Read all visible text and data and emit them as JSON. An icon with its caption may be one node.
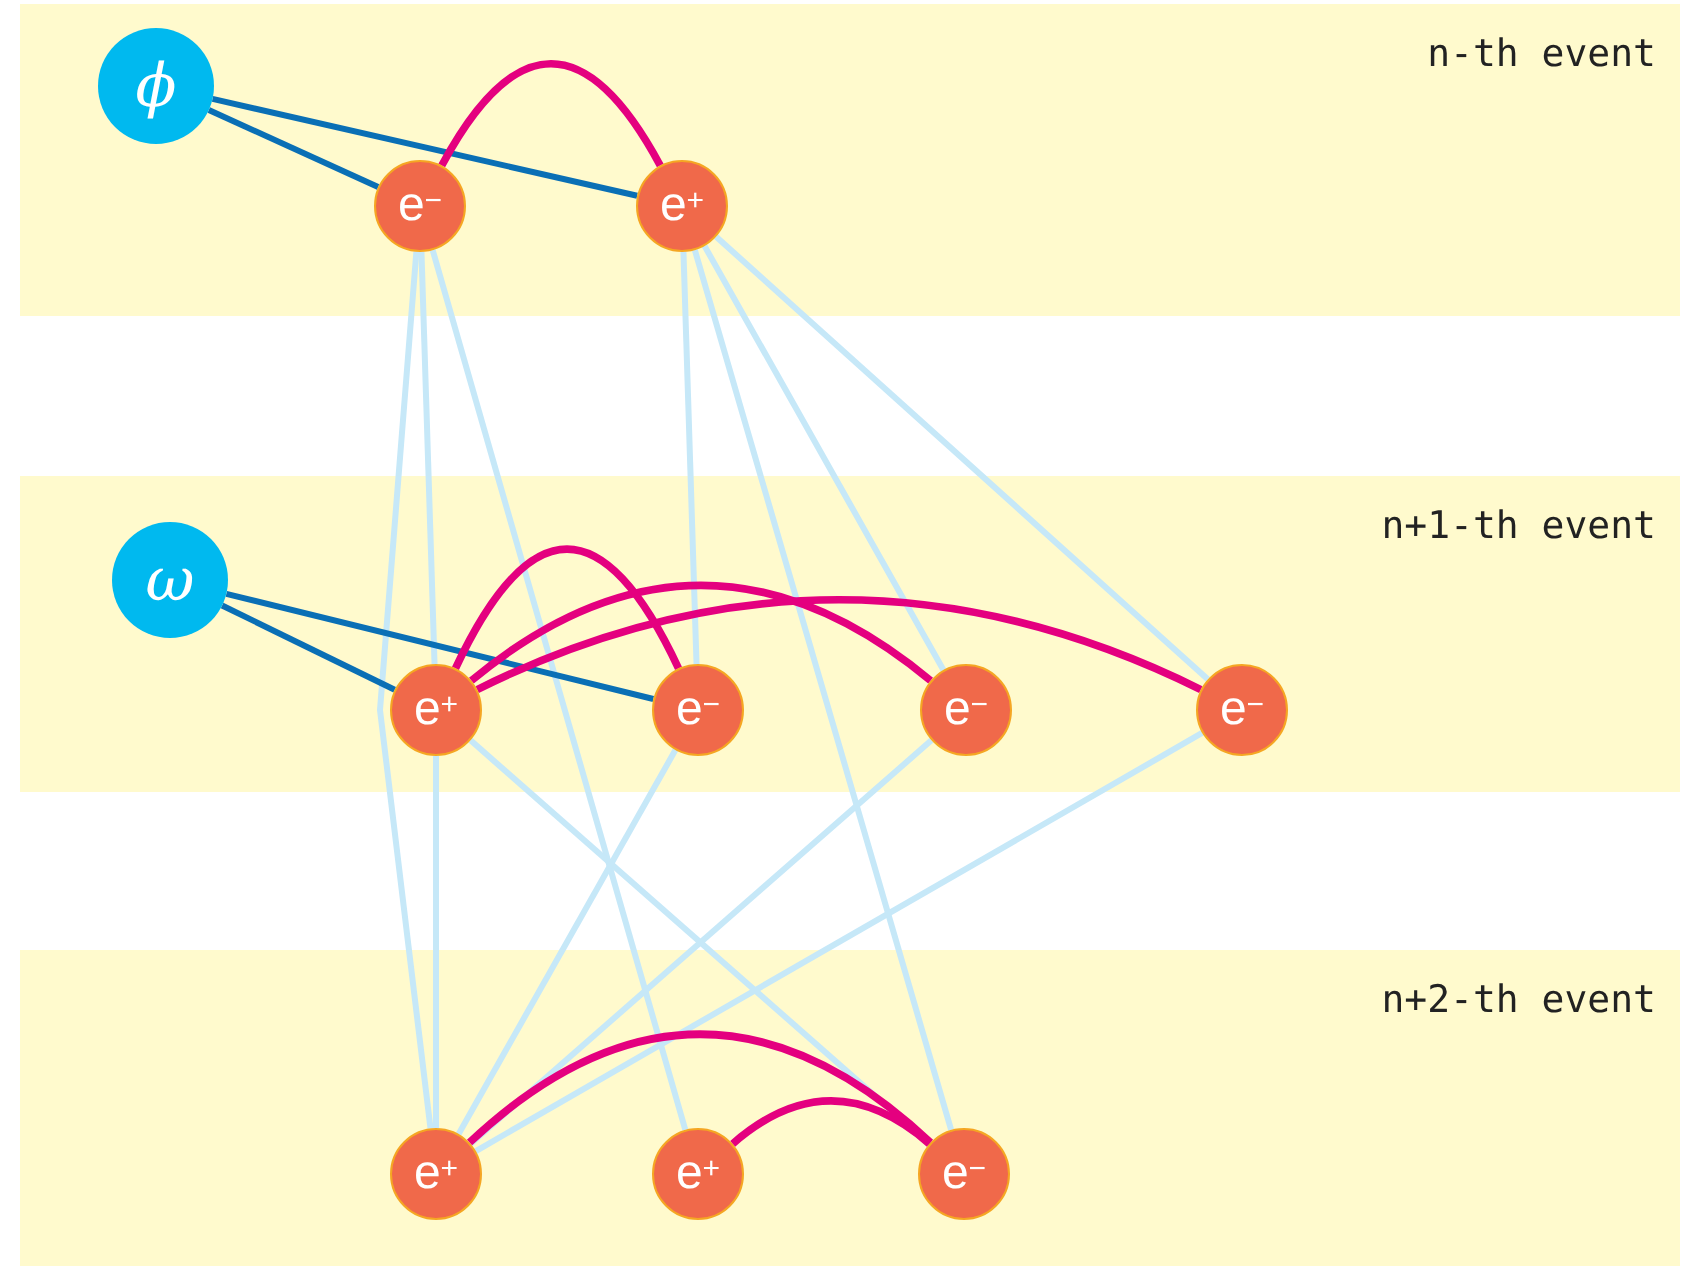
{
  "diagram": {
    "nodes": [
      {
        "text": [
          "n-th event"
        ]
      },
      {
        "text": [
          "ϕ"
        ],
        "in": 0
      },
      {
        "text": [
          "e$^{−}$"
        ],
        "in": 0
      },
      {
        "text": [
          "e$^{+}$"
        ],
        "in": 0
      },
      {
        "text": [
          "n+1-th event"
        ]
      },
      {
        "text": [
          "ω"
        ],
        "in": 4
      },
      {
        "text": [
          "e$^{+}$"
        ],
        "in": 4
      },
      {
        "text": [
          "e$^{−}$"
        ],
        "in": 4
      },
      {
        "text": [
          "e$^{−}$"
        ],
        "in": 4
      },
      {
        "text": [
          "e$^{−}$"
        ],
        "in": 4
      },
      {
        "text": [
          "n+2-th event"
        ]
      },
      {
        "text": [
          "e$^{+}$"
        ],
        "in": 10
      },
      {
        "text": [
          "e$^{+}$"
        ],
        "in": 10
      },
      {
        "text": [
          "e$^{−}$"
        ],
        "in": 10
      }
    ],
    "edges": [
      {
        "from": 1,
        "to": 2,
        "arrow": "none",
        "color": "#0a6fb5"
      },
      {
        "from": 1,
        "to": 3,
        "arrow": "none",
        "color": "#0a6fb5"
      },
      {
        "from": 2,
        "to": 3,
        "arrow": "none",
        "color": "#e4007f"
      },
      {
        "from": 2,
        "to": 6,
        "arrow": "none"
      },
      {
        "from": 2,
        "to": 11,
        "arrow": "none"
      },
      {
        "from": 2,
        "to": 12,
        "arrow": "none"
      },
      {
        "from": 3,
        "to": 7,
        "arrow": "none"
      },
      {
        "from": 3,
        "to": 13,
        "arrow": "none"
      },
      {
        "from": 3,
        "to": 8,
        "arrow": "none"
      },
      {
        "from": 3,
        "to": 9,
        "arrow": "none"
      },
      {
        "from": 5,
        "to": 6,
        "arrow": "none",
        "color": "#0a6fb5"
      },
      {
        "from": 5,
        "to": 7,
        "arrow": "none",
        "color": "#0a6fb5"
      },
      {
        "from": 6,
        "to": 7,
        "arrow": "none",
        "color": "#e4007f"
      },
      {
        "from": 6,
        "to": 8,
        "arrow": "none",
        "color": "#e4007f"
      },
      {
        "from": 6,
        "to": 9,
        "arrow": "none",
        "color": "#e4007f"
      },
      {
        "from": 6,
        "to": 11,
        "arrow": "none"
      },
      {
        "from": 6,
        "to": 13,
        "arrow": "none"
      },
      {
        "from": 7,
        "to": 11,
        "arrow": "none"
      },
      {
        "from": 8,
        "to": 11,
        "arrow": "none"
      },
      {
        "from": 9,
        "to": 11,
        "arrow": "none"
      },
      {
        "from": 11,
        "to": 13,
        "arrow": "none",
        "color": "#e4007f"
      },
      {
        "from": 12,
        "to": 13,
        "arrow": "none",
        "color": "#e4007f"
      }
    ]
  }
}
